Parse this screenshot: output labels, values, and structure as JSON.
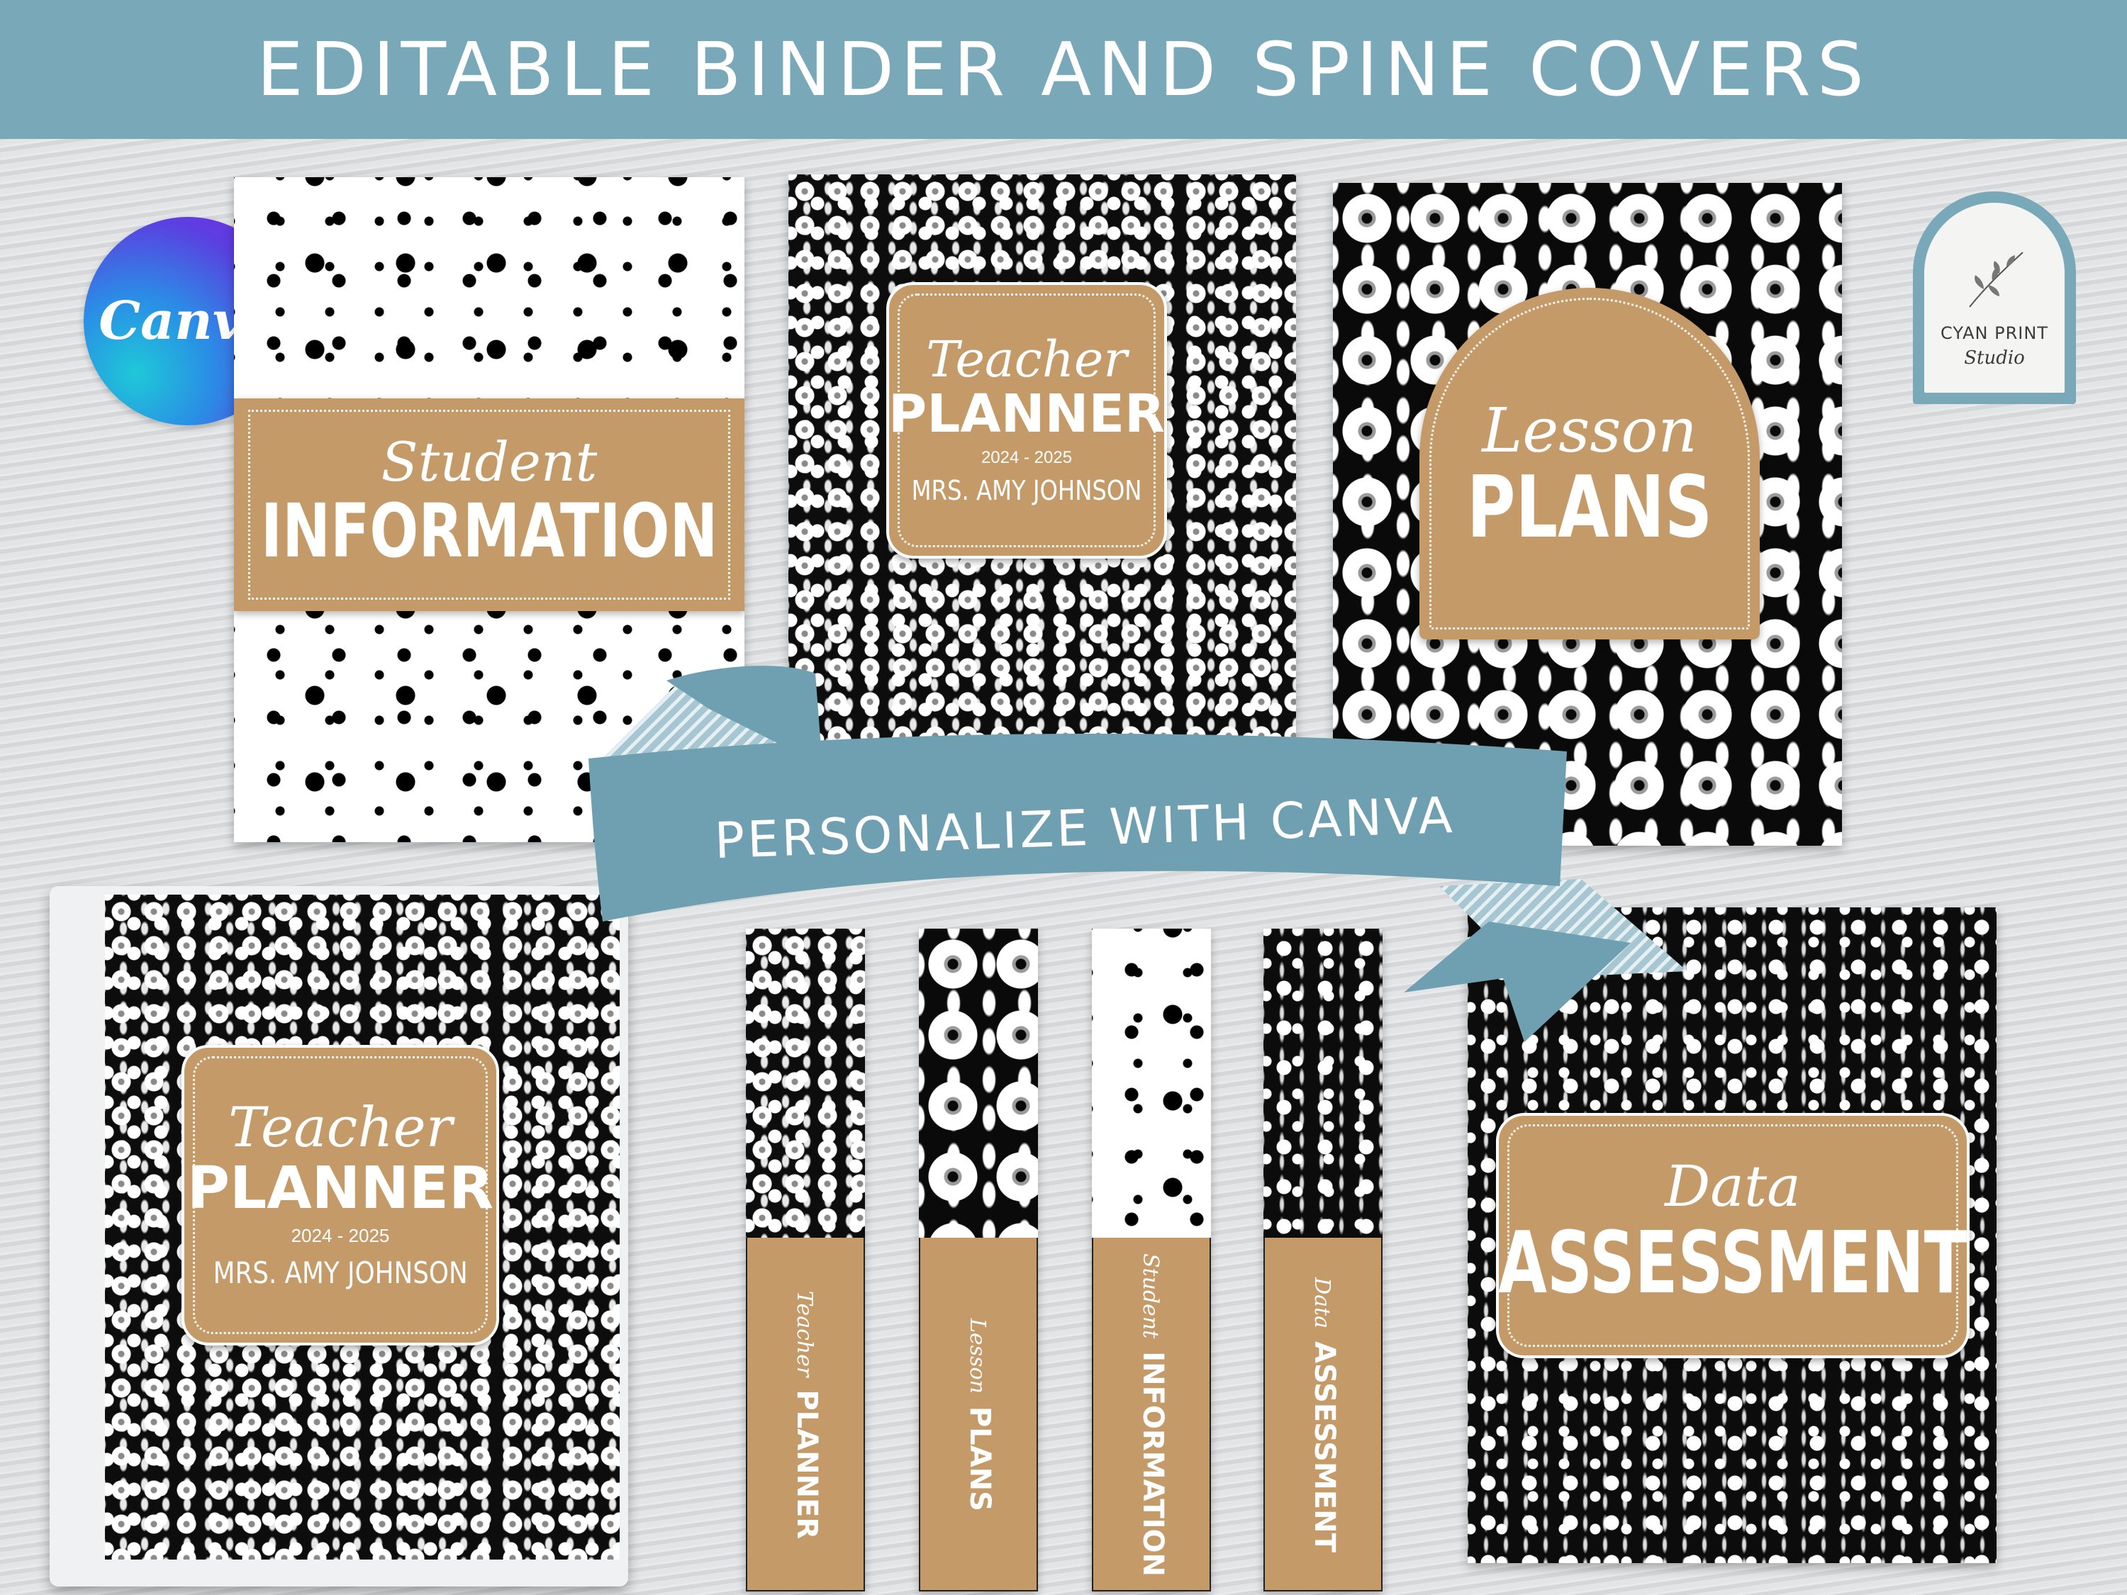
{
  "header": {
    "title": "EDITABLE BINDER AND SPINE COVERS"
  },
  "colors": {
    "header_bg": "#79a9b9",
    "tan": "#c49a68",
    "ribbon": "#6fa0b1"
  },
  "logos": {
    "canva": "Canva",
    "studio_line1": "CYAN PRINT",
    "studio_line2": "Studio"
  },
  "covers": {
    "student": {
      "script": "Student",
      "title": "INFORMATION"
    },
    "planner": {
      "script": "Teacher",
      "title": "PLANNER",
      "year": "2024 - 2025",
      "name": "MRS. AMY JOHNSON"
    },
    "lesson": {
      "script": "Lesson",
      "title": "PLANS"
    },
    "data": {
      "script": "Data",
      "title": "ASSESSMENT"
    }
  },
  "binder": {
    "script": "Teacher",
    "title": "PLANNER",
    "year": "2024 - 2025",
    "name": "MRS. AMY JOHNSON"
  },
  "ribbon": {
    "text": "PERSONALIZE WITH CANVA"
  },
  "spines": [
    {
      "script": "Teacher",
      "title": "PLANNER"
    },
    {
      "script": "Lesson",
      "title": "PLANS"
    },
    {
      "script": "Student",
      "title": "INFORMATION"
    },
    {
      "script": "Data",
      "title": "ASSESSMENT"
    }
  ]
}
